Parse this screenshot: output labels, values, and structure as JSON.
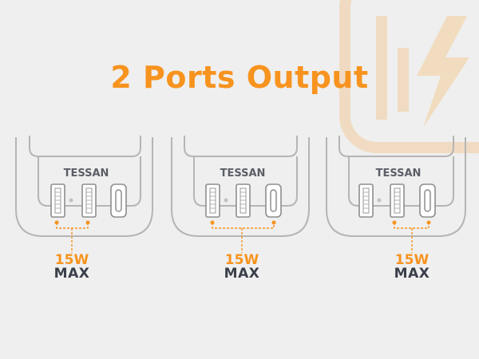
{
  "title": "2 Ports Output",
  "brand": "TESSAN",
  "colors": {
    "accent": "#f7931e",
    "outline": "#b9b9b9",
    "dark_text": "#3a3f4a",
    "background": "#efefef"
  },
  "panels": [
    {
      "name": "Panel 1",
      "active_ports": "USB-A + USB-A",
      "power": "15W",
      "max": "MAX"
    },
    {
      "name": "Panel 2",
      "active_ports": "USB-A + USB-C",
      "power": "15W",
      "max": "MAX"
    },
    {
      "name": "Panel 3",
      "active_ports": "USB-A + USB-C",
      "power": "15W",
      "max": "MAX"
    }
  ],
  "decor": {
    "icon": "lightning-charger-icon"
  }
}
